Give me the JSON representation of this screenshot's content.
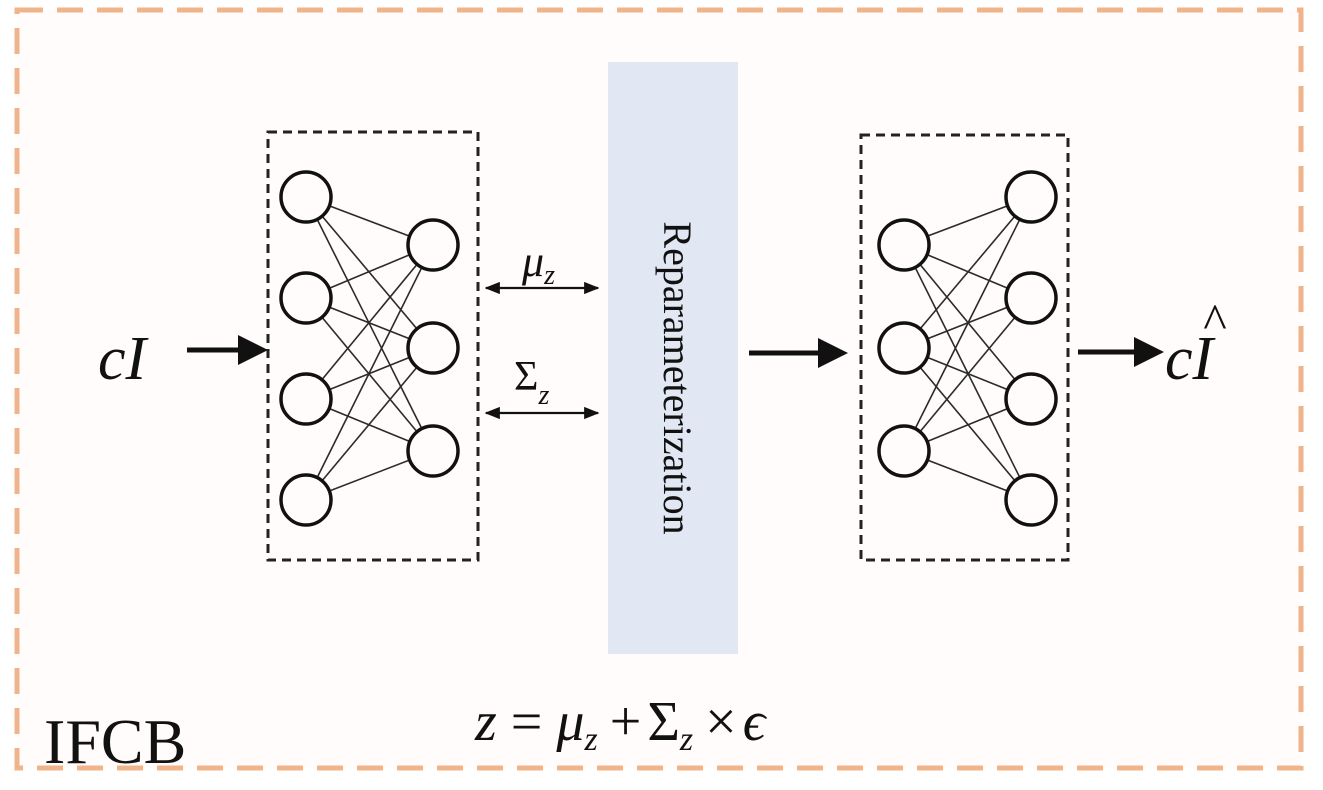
{
  "block_label": "IFCB",
  "input_symbol": {
    "base": "c",
    "var": "I"
  },
  "output_symbol": {
    "base": "c",
    "var": "I",
    "accent": "^"
  },
  "reparam_label": "Reparameterization",
  "mu_label": {
    "symbol": "μ",
    "sub": "z"
  },
  "sigma_label": {
    "symbol": "Σ",
    "sub": "z"
  },
  "equation": {
    "lhs": "z",
    "eq": "=",
    "mu": "μ",
    "mu_sub": "z",
    "plus": "+",
    "sigma": "Σ",
    "sigma_sub": "z",
    "times": "×",
    "eps": "ϵ"
  },
  "encoder": {
    "layers": [
      4,
      3
    ]
  },
  "decoder": {
    "layers": [
      3,
      4
    ]
  },
  "colors": {
    "frame_border": "#f0b48a",
    "frame_fill": "#fffcfb",
    "reparam_fill": "#e1e8f3",
    "ink": "#111111",
    "line": "#2b2b2b"
  }
}
